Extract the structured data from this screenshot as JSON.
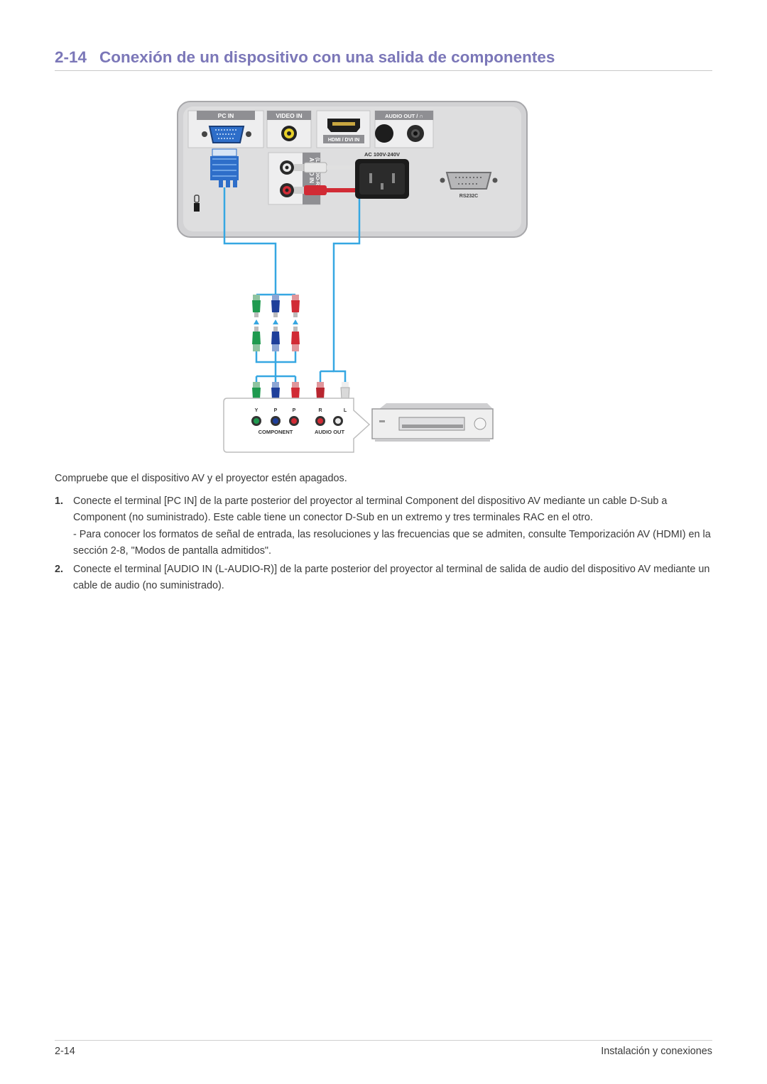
{
  "title": {
    "number": "2-14",
    "text": "Conexión de un dispositivo con una salida de componentes"
  },
  "figure": {
    "projector_labels": {
      "pc_in": "PC IN",
      "video_in": "VIDEO IN",
      "hdmi_dvi_in": "HDMI / DVI IN",
      "audio_out": "AUDIO OUT / ∩",
      "audio_in": "AUDIO IN",
      "audio_in_sub": "(L-AUDIO-R)",
      "ac": "AC 100V-240V",
      "rs232c": "RS232C"
    },
    "device_labels": {
      "y": "Y",
      "pb": "P",
      "pr": "P",
      "r": "R",
      "l": "L",
      "component": "COMPONENT",
      "audio_out": "AUDIO OUT"
    },
    "colors": {
      "cable": "#36a7e2",
      "green": "#1f9a4f",
      "blue": "#1e3f9a",
      "red": "#d12b35",
      "white": "#d9d9d9"
    }
  },
  "intro": "Compruebe que el dispositivo AV y el proyector estén apagados.",
  "steps": [
    {
      "number": "1.",
      "text": "Conecte el terminal [PC IN] de la parte posterior del proyector al terminal Component del dispositivo AV mediante un cable D-Sub a Component (no suministrado). Este cable tiene un conector D-Sub en un extremo y tres terminales RAC en el otro.",
      "note": "- Para conocer los formatos de señal de entrada, las resoluciones y las frecuencias que se admiten, consulte Temporización AV (HDMI) en la sección 2-8, \"Modos de pantalla admitidos\"."
    },
    {
      "number": "2.",
      "text": "Conecte el terminal [AUDIO IN (L-AUDIO-R)] de la parte posterior del proyector al terminal de salida de audio del dispositivo AV mediante un cable de audio (no suministrado)."
    }
  ],
  "footer": {
    "page": "2-14",
    "section": "Instalación y conexiones"
  }
}
